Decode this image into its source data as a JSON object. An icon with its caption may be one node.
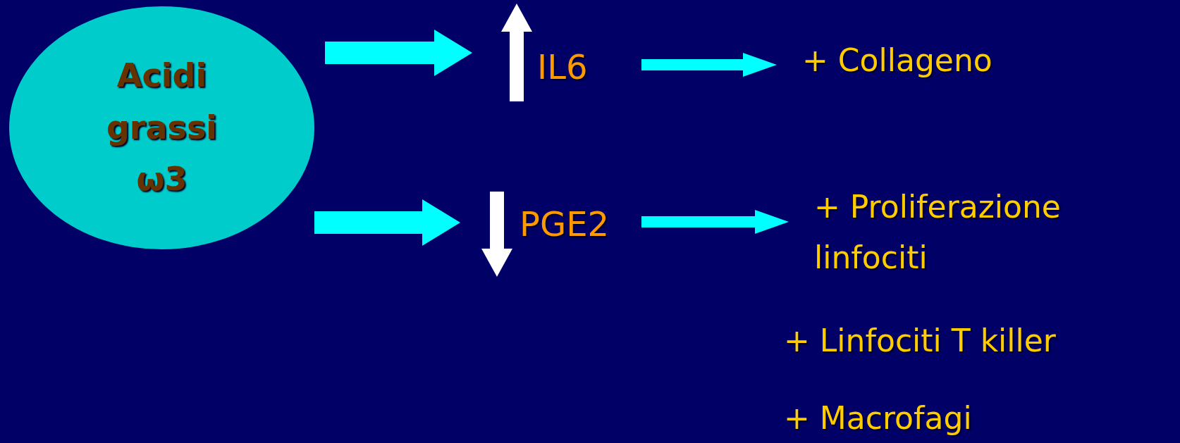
{
  "diagram": {
    "nodes": [
      {
        "text": [
          "Acidi grassi ω3"
        ]
      },
      {
        "text": [
          "IL6"
        ]
      },
      {
        "text": [
          "+ Collageno"
        ]
      },
      {
        "text": [
          "PGE2"
        ]
      },
      {
        "text": [
          "+ Proliferazione linfociti"
        ]
      }
    ],
    "edges": [
      {
        "from": 0,
        "to": 1,
        "arrow": "to",
        "style": "thick"
      },
      {
        "from": 1,
        "to": 2,
        "arrow": "to"
      },
      {
        "from": 0,
        "to": 3,
        "arrow": "to",
        "style": "thick"
      },
      {
        "from": 3,
        "to": 4,
        "arrow": "to"
      }
    ],
    "labels": [
      "+ Linfociti T killer",
      "+ Macrofagi"
    ]
  }
}
